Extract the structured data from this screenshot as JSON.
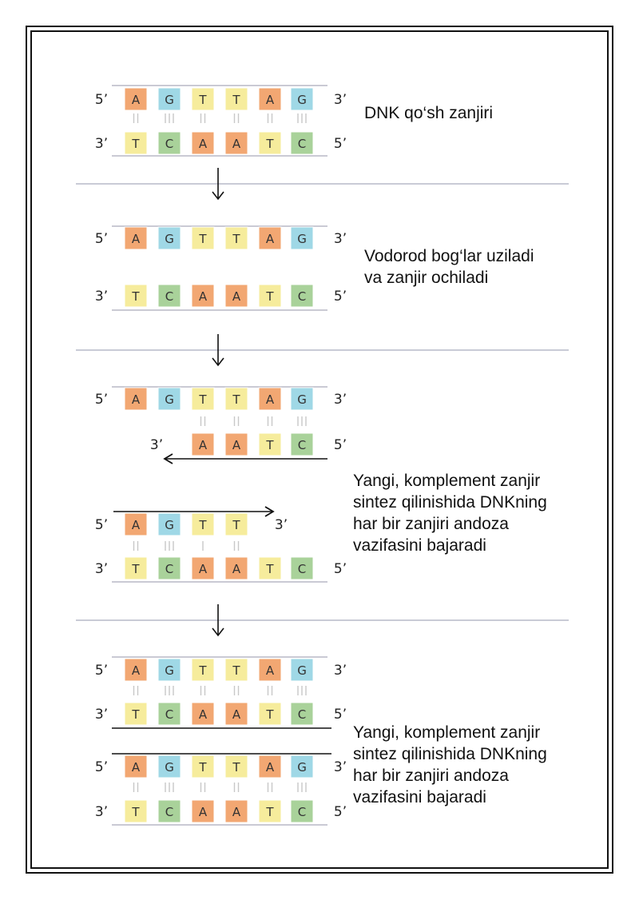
{
  "colors": {
    "A": "#f2a772",
    "G": "#9fd8e6",
    "T": "#f6ec9c",
    "C": "#a9d29a",
    "backbone": "#b9b9c6",
    "divider": "#b7bac9",
    "arrow": "#111111",
    "bond": "#c8c8c8"
  },
  "ends": {
    "five": "5’",
    "three": "3’"
  },
  "captions": {
    "c1": [
      "DNK qo‘sh zanjiri"
    ],
    "c2": [
      "Vodorod bog‘lar uziladi",
      "va zanjir ochiladi"
    ],
    "c3": [
      "Yangi, komplement zanjir",
      "sintez qilinishida DNKning",
      "har bir zanjiri andoza",
      "vazifasini bajaradi"
    ],
    "c4": [
      "Yangi, komplement zanjir",
      "sintez qilinishida DNKning",
      "har bir zanjiri andoza",
      "vazifasini bajaradi"
    ]
  },
  "strands": {
    "s1_top": [
      "A",
      "G",
      "T",
      "T",
      "A",
      "G"
    ],
    "s1_bot": [
      "T",
      "C",
      "A",
      "A",
      "T",
      "C"
    ],
    "s2_top": [
      "A",
      "G",
      "T",
      "T",
      "A",
      "G"
    ],
    "s2_bot": [
      "T",
      "C",
      "A",
      "A",
      "T",
      "C"
    ],
    "s3_top": [
      "A",
      "G",
      "T",
      "T",
      "A",
      "G"
    ],
    "s3_new": [
      "A",
      "A",
      "T",
      "C"
    ],
    "s4_new": [
      "A",
      "G",
      "T",
      "T"
    ],
    "s4_bot": [
      "T",
      "C",
      "A",
      "A",
      "T",
      "C"
    ],
    "s5a_top": [
      "A",
      "G",
      "T",
      "T",
      "A",
      "G"
    ],
    "s5a_bot": [
      "T",
      "C",
      "A",
      "A",
      "T",
      "C"
    ],
    "s5b_top": [
      "A",
      "G",
      "T",
      "T",
      "A",
      "G"
    ],
    "s5b_bot": [
      "T",
      "C",
      "A",
      "A",
      "T",
      "C"
    ]
  }
}
